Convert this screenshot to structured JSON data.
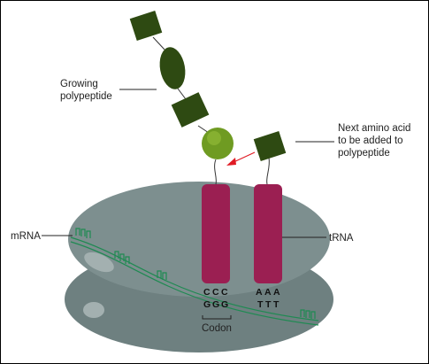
{
  "labels": {
    "growing_line1": "Growing",
    "growing_line2": "polypeptide",
    "next_line1": "Next amino acid",
    "next_line2": "to be added to",
    "next_line3": "polypeptide",
    "mrna": "mRNA",
    "trna": "tRNA",
    "codon": "Codon"
  },
  "anticodon_left": [
    "C",
    "C",
    "C"
  ],
  "codon_left": [
    "G",
    "G",
    "G"
  ],
  "anticodon_right": [
    "A",
    "A",
    "A"
  ],
  "codon_right": [
    "T",
    "T",
    "T"
  ],
  "colors": {
    "ribosome": "#7a8c8c",
    "ribosome_dark": "#6c7e7e",
    "trna": "#9b1f52",
    "amino_dark": "#2e4a12",
    "amino_light": "#6f9b22",
    "mrna": "#1f8a52",
    "arrow": "#e01b24"
  }
}
